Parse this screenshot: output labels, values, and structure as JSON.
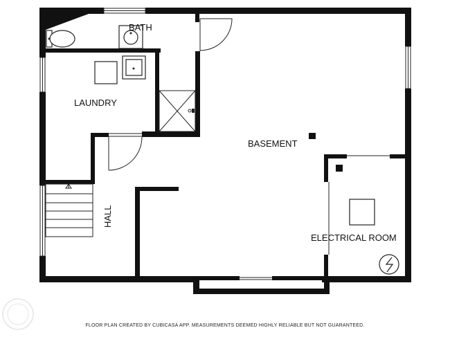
{
  "rooms": {
    "bath": "BATH",
    "laundry": "LAUNDRY",
    "basement": "BASEMENT",
    "hall": "HALL",
    "electrical_room": "ELECTRICAL ROOM"
  },
  "disclaimer": "FLOOR PLAN CREATED BY CUBICASA APP. MEASUREMENTS DEEMED HIGHLY RELIABLE BUT NOT GUARANTEED.",
  "icons": [
    "toilet-icon",
    "sink-icon",
    "washer-icon",
    "shower-drain-icon",
    "stair-arrow-icon",
    "electrical-panel-icon",
    "watermark-logo-icon"
  ]
}
